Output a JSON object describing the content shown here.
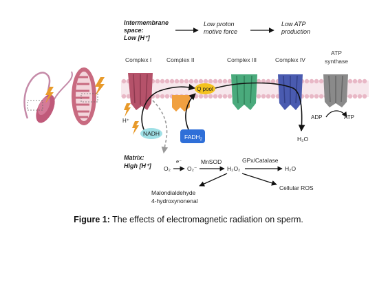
{
  "figure": {
    "top_row": {
      "intermembrane_line1": "Intermembrane",
      "intermembrane_line2": "space:",
      "intermembrane_line3": "Low [H⁺]",
      "low_proton_line1": "Low proton",
      "low_proton_line2": "motive force",
      "low_atp_line1": "Low ATP",
      "low_atp_line2": "production"
    },
    "complexes": {
      "c1": "Complex I",
      "c2": "Complex II",
      "c3": "Complex III",
      "c4": "Complex IV",
      "atp_line1": "ATP",
      "atp_line2": "synthase"
    },
    "molecules": {
      "q_pool": "Q pool",
      "nadh": "NADH",
      "fadh": "FADH",
      "fadh_sub": "2",
      "h_plus": "H⁺",
      "adp": "ADP",
      "atp": "ATP",
      "h2o_top": "H₂O"
    },
    "matrix": {
      "line1": "Matrix:",
      "line2": "High [H⁺]",
      "e_minus": "e⁻",
      "o2": "O₂",
      "o2_radical": "O₂⁻",
      "mnsod": "MnSOD",
      "h2o2": "H₂O₂",
      "gpx": "GPx/Catalase",
      "h2o": "H₂O",
      "malon_line1": "Malondialdehyde",
      "malon_line2": "4-hydroxynonenal",
      "cellular_ros": "Cellular ROS"
    },
    "colors": {
      "complex1": "#b5526a",
      "complex2": "#f0a040",
      "complex3": "#4aaa7c",
      "complex4": "#4a5bb0",
      "atp_synthase": "#8a8a8a",
      "membrane": "#e8b8c6",
      "lightning": "#e89a2a"
    }
  },
  "caption": {
    "label": "Figure 1:",
    "text": " The effects of electromagnetic radiation on sperm."
  }
}
